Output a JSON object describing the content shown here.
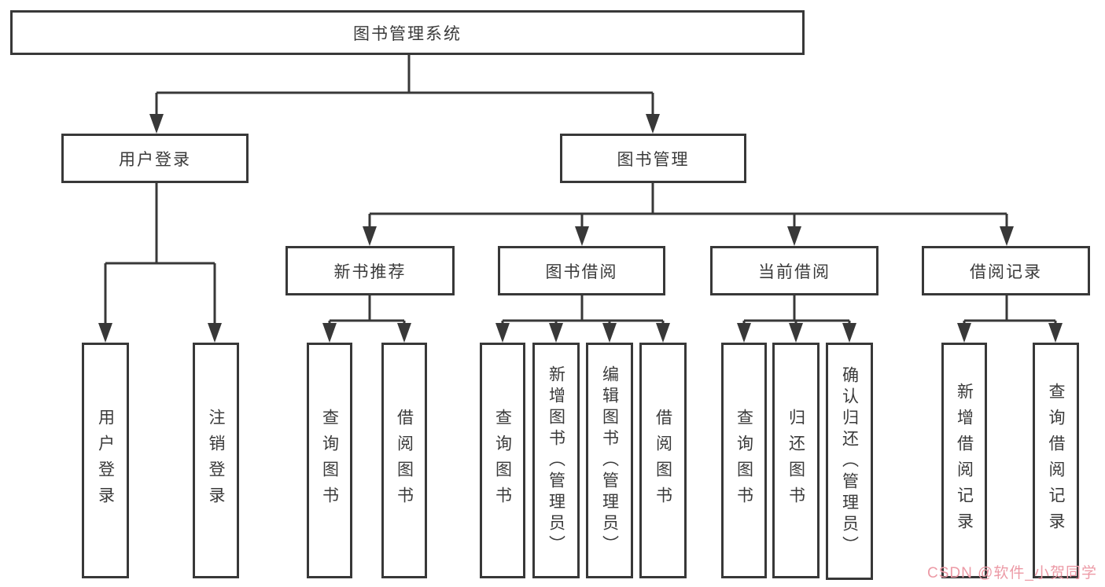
{
  "colors": {
    "line": "#383838",
    "text": "#3a3a3a",
    "background": "#ffffff",
    "watermark": "#ec9aa6"
  },
  "tree": {
    "root": {
      "label": "图书管理系统"
    },
    "login_branch": {
      "label": "用户登录",
      "leaves": [
        {
          "label": "用户登录"
        },
        {
          "label": "注销登录"
        }
      ]
    },
    "mgmt_branch": {
      "label": "图书管理",
      "groups": [
        {
          "label": "新书推荐",
          "leaves": [
            {
              "label": "查询图书"
            },
            {
              "label": "借阅图书"
            }
          ]
        },
        {
          "label": "图书借阅",
          "leaves": [
            {
              "label": "查询图书"
            },
            {
              "label": "新增图书（管理员）"
            },
            {
              "label": "编辑图书（管理员）"
            },
            {
              "label": "借阅图书"
            }
          ]
        },
        {
          "label": "当前借阅",
          "leaves": [
            {
              "label": "查询图书"
            },
            {
              "label": "归还图书"
            },
            {
              "label": "确认归还（管理员）"
            }
          ]
        },
        {
          "label": "借阅记录",
          "leaves": [
            {
              "label": "新增借阅记录"
            },
            {
              "label": "查询借阅记录"
            }
          ]
        }
      ]
    }
  },
  "watermark": {
    "text": "CSDN @软件_小贺同学"
  }
}
